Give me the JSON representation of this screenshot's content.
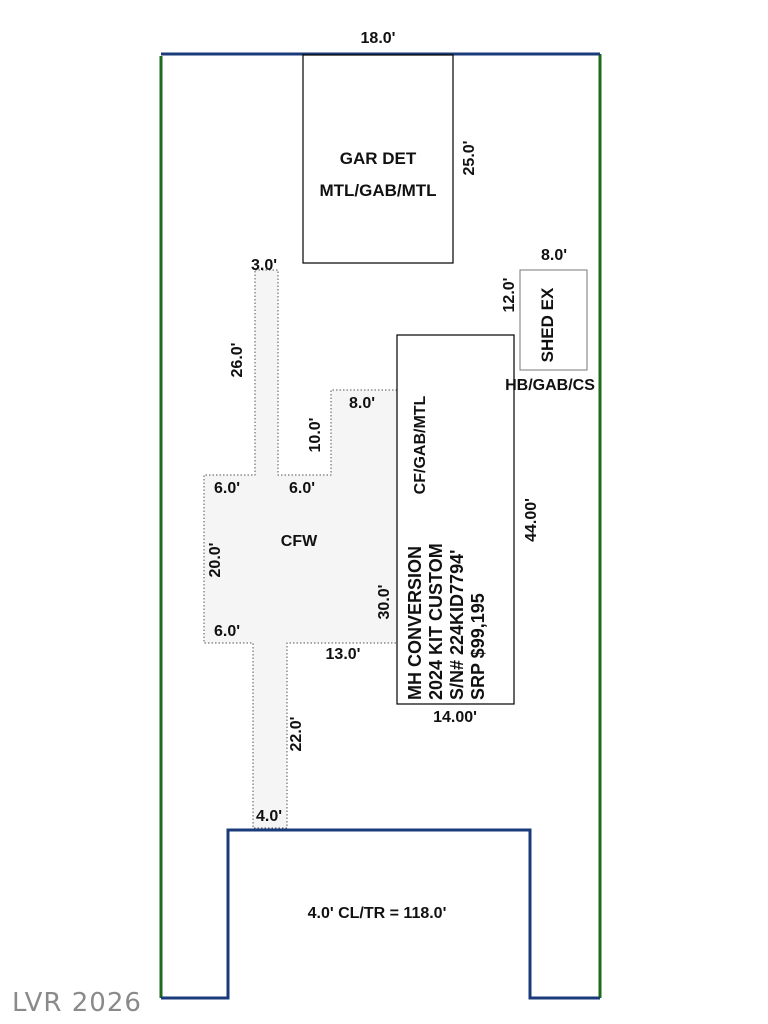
{
  "colors": {
    "boundary_side": "#1e6b1e",
    "boundary_road": "#1a3a7a",
    "outline": "#000000",
    "hatch_fill": "#f5f5f5",
    "dotted": "#555555",
    "shed_border": "#777777",
    "watermark": "#8a8a8a"
  },
  "lot": {
    "top_width": "18.0'",
    "street_frontage": "4.0' CL/TR = 118.0'"
  },
  "garage": {
    "name": "GAR DET",
    "construction": "MTL/GAB/MTL",
    "depth": "25.0'"
  },
  "shed": {
    "name": "SHED EX",
    "construction": "HB/GAB/CS",
    "width": "8.0'",
    "depth": "12.0'"
  },
  "home": {
    "construction": "CF/GAB/MTL",
    "line1": "MH CONVERSION",
    "line2": "2024 KIT CUSTOM",
    "line3": "S/N# 224KID7794'",
    "line4": "SRP $99,195",
    "length": "44.00'",
    "width": "14.00'"
  },
  "walkway": {
    "name": "CFW",
    "dims": {
      "top": "3.0'",
      "upper_left": "26.0'",
      "step_width": "8.0'",
      "step_height": "10.0'",
      "ledge_left": "6.0'",
      "ledge_right": "6.0'",
      "left_side": "20.0'",
      "lower_ledge": "6.0'",
      "right_side": "30.0'",
      "bottom_right": "13.0'",
      "lower_leg": "22.0'",
      "bottom": "4.0'"
    }
  },
  "watermark": "LVR 2026"
}
